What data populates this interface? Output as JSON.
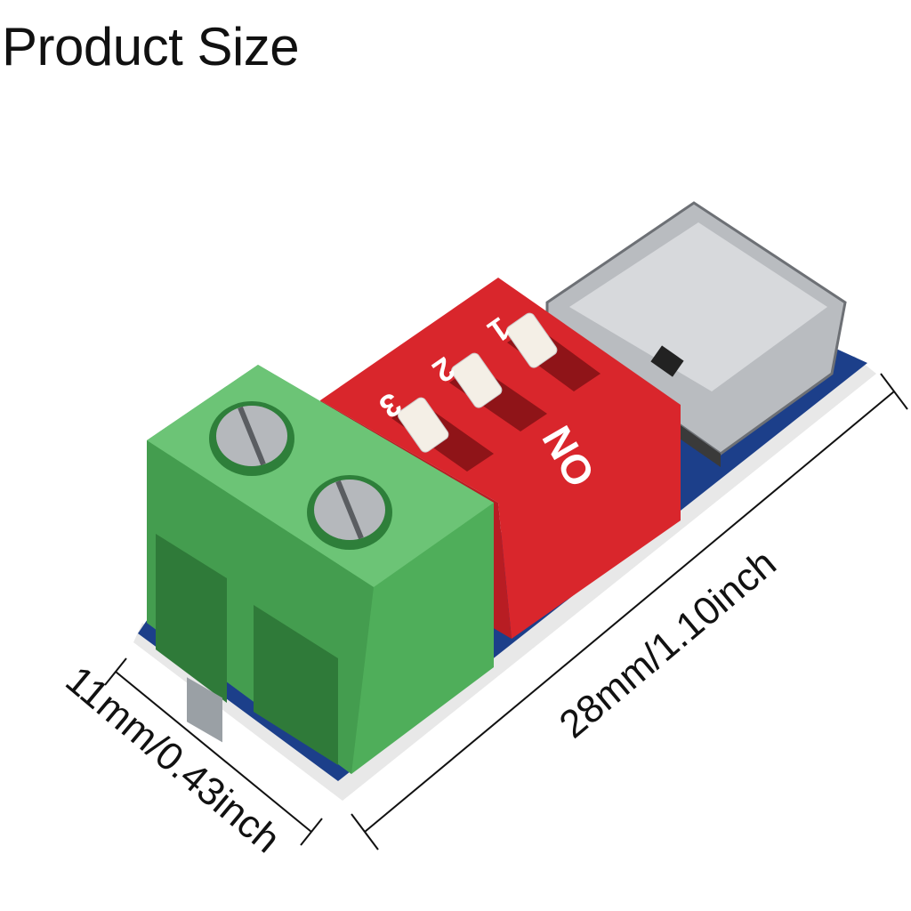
{
  "title": "Product Size",
  "dimensions": {
    "length": "28mm/1.10inch",
    "width": "11mm/0.43inch"
  },
  "dip_switch": {
    "labels": [
      "1",
      "2",
      "3"
    ],
    "on_label": "ON"
  },
  "colors": {
    "pcb": "#1c3f8a",
    "terminal_block": "#4fae5a",
    "dip_switch": "#d9262c",
    "usb_connector": "#b9bcc0"
  }
}
